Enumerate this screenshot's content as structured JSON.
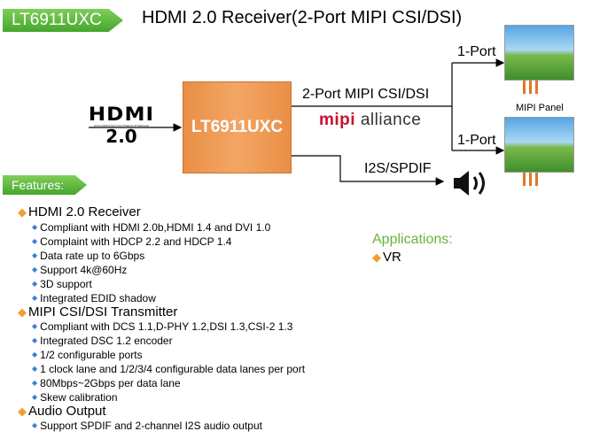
{
  "header": {
    "badge": "LT6911UXC",
    "title": "HDMI 2.0 Receiver(2-Port MIPI CSI/DSI)"
  },
  "diagram": {
    "hdmi_logo_word": "HDMI",
    "hdmi_logo_tagline": "HIGH-DEFINITION MULTIMEDIA INTERFACE",
    "hdmi_logo_version": "2.0",
    "chip_label": "LT6911UXC",
    "csi_dsi_label": "2-Port MIPI CSI/DSI",
    "mipi_logo_prefix": "mipi",
    "mipi_logo_suffix": "alliance",
    "port1_label": "1-Port",
    "port2_label": "1-Port",
    "panel_label": "MIPI  Panel",
    "audio_label": "I2S/SPDIF"
  },
  "features": {
    "badge": "Features:",
    "hdmi": {
      "heading": "HDMI 2.0 Receiver",
      "items": [
        "Compliant with HDMI 2.0b,HDMI 1.4 and DVI 1.0",
        "Complaint with HDCP 2.2 and HDCP 1.4",
        "Data rate up to 6Gbps",
        "Support 4k@60Hz",
        "3D support",
        "Integrated EDID shadow"
      ]
    },
    "mipi": {
      "heading": "MIPI CSI/DSI Transmitter",
      "items": [
        "Compliant with DCS 1.1,D-PHY 1.2,DSI 1.3,CSI-2 1.3",
        "Integrated DSC 1.2 encoder",
        "1/2 configurable ports",
        "1 clock lane and 1/2/3/4  configurable data lanes per port",
        "80Mbps~2Gbps per data lane",
        "Skew calibration"
      ]
    },
    "audio": {
      "heading": "Audio Output",
      "items": [
        "Support SPDIF and 2-channel I2S audio output"
      ]
    }
  },
  "applications": {
    "title": "Applications:",
    "items": [
      "VR"
    ]
  }
}
